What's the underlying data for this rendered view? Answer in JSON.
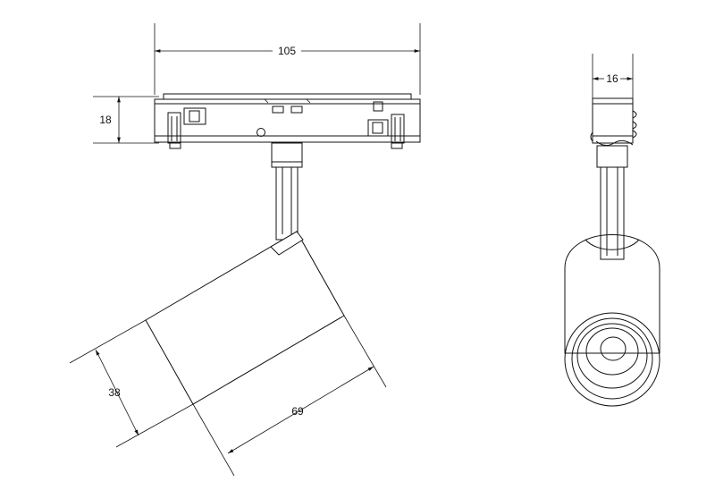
{
  "drawing": {
    "dimensions": {
      "width": "105",
      "height": "18",
      "depth": "16",
      "head_diameter": "38",
      "head_length": "69"
    }
  }
}
